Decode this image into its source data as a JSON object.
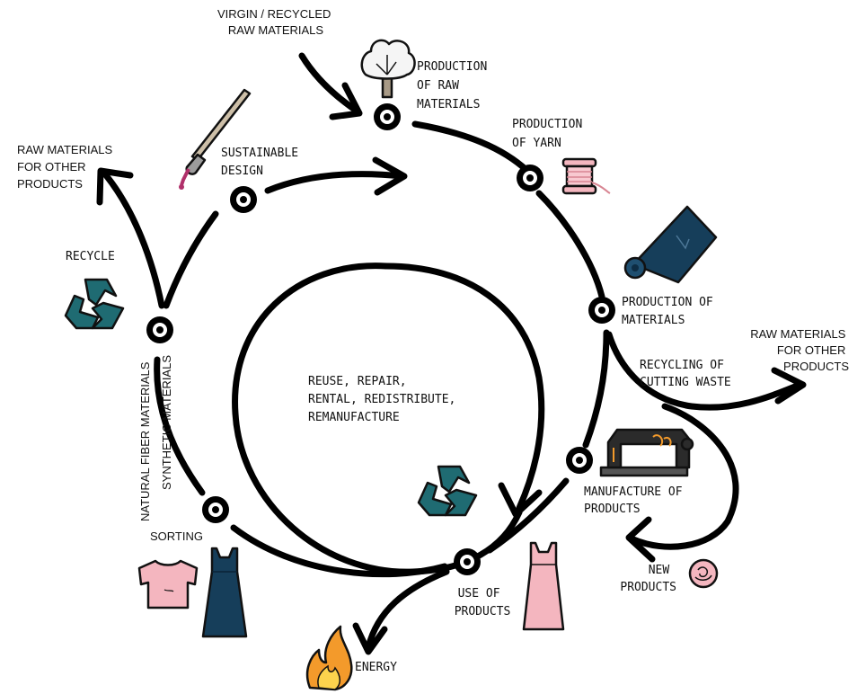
{
  "labels": {
    "virgin_recycled": [
      "VIRGIN / RECYCLED",
      "RAW MATERIALS"
    ],
    "production_raw": [
      "PRODUCTION",
      "OF RAW",
      "MATERIALS"
    ],
    "production_yarn": [
      "PRODUCTION",
      "OF YARN"
    ],
    "production_materials": [
      "PRODUCTION OF",
      "MATERIALS"
    ],
    "raw_other_right": [
      "RAW MATERIALS",
      "FOR OTHER",
      "PRODUCTS"
    ],
    "recycling_cutting": [
      "RECYCLING OF",
      "CUTTING WASTE"
    ],
    "manufacture": [
      "MANUFACTURE OF",
      "PRODUCTS"
    ],
    "new_products": [
      "NEW",
      "PRODUCTS"
    ],
    "use_products": [
      "USE OF",
      "PRODUCTS"
    ],
    "energy": "ENERGY",
    "sorting": "SORTING",
    "natural_fiber": "NATURAL FIBER MATERIALS",
    "synthetic": "SYNTHETIC MATERIALS",
    "recycle": "RECYCLE",
    "raw_other_left": [
      "RAW MATERIALS",
      "FOR OTHER",
      "PRODUCTS"
    ],
    "sustainable_design": [
      "SUSTAINABLE",
      "DESIGN"
    ],
    "inner_loop": [
      "REUSE, REPAIR,",
      "RENTAL, REDISTRIBUTE,",
      "REMANUFACTURE"
    ]
  },
  "icons": [
    "tree-icon",
    "yarn-spool-icon",
    "fabric-roll-icon",
    "sewing-machine-icon",
    "rose-icon",
    "pink-dress-icon",
    "fire-icon",
    "pink-tshirt-icon",
    "navy-dress-icon",
    "recycle-icon",
    "paintbrush-icon"
  ],
  "colors": {
    "teal": "#1f6b72",
    "navy": "#163e5a",
    "pink": "#f4b6bf",
    "flame_orange": "#f39a2b",
    "flame_yellow": "#fcd34d",
    "black": "#000000"
  }
}
